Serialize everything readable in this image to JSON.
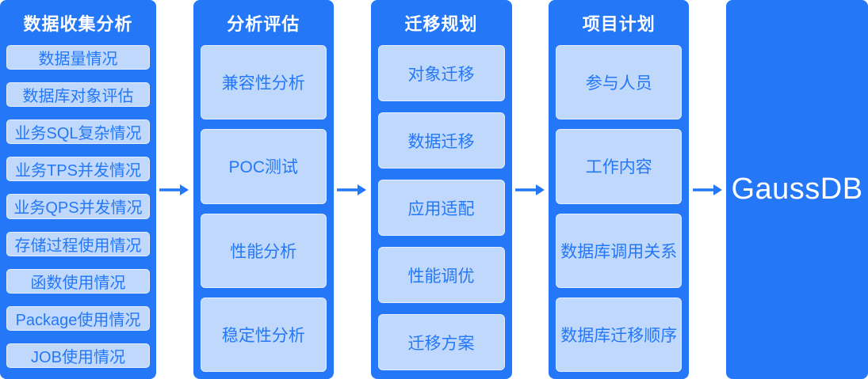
{
  "colors": {
    "primary": "#2478f7",
    "box_bg": "#c0d8fb",
    "header_text": "#ffffff",
    "target_text": "#ffffff"
  },
  "stages": [
    {
      "title": "数据收集分析",
      "items": [
        "数据量情况",
        "数据库对象评估",
        "业务SQL复杂情况",
        "业务TPS并发情况",
        "业务QPS并发情况",
        "存储过程使用情况",
        "函数使用情况",
        "Package使用情况",
        "JOB使用情况"
      ]
    },
    {
      "title": "分析评估",
      "items": [
        "兼容性分析",
        "POC测试",
        "性能分析",
        "稳定性分析"
      ]
    },
    {
      "title": "迁移规划",
      "items": [
        "对象迁移",
        "数据迁移",
        "应用适配",
        "性能调优",
        "迁移方案"
      ]
    },
    {
      "title": "项目计划",
      "items": [
        "参与人员",
        "工作内容",
        "数据库调用关系",
        "数据库迁移顺序"
      ]
    }
  ],
  "target": {
    "label": "GaussDB"
  },
  "arrow_icon": "right-arrow"
}
